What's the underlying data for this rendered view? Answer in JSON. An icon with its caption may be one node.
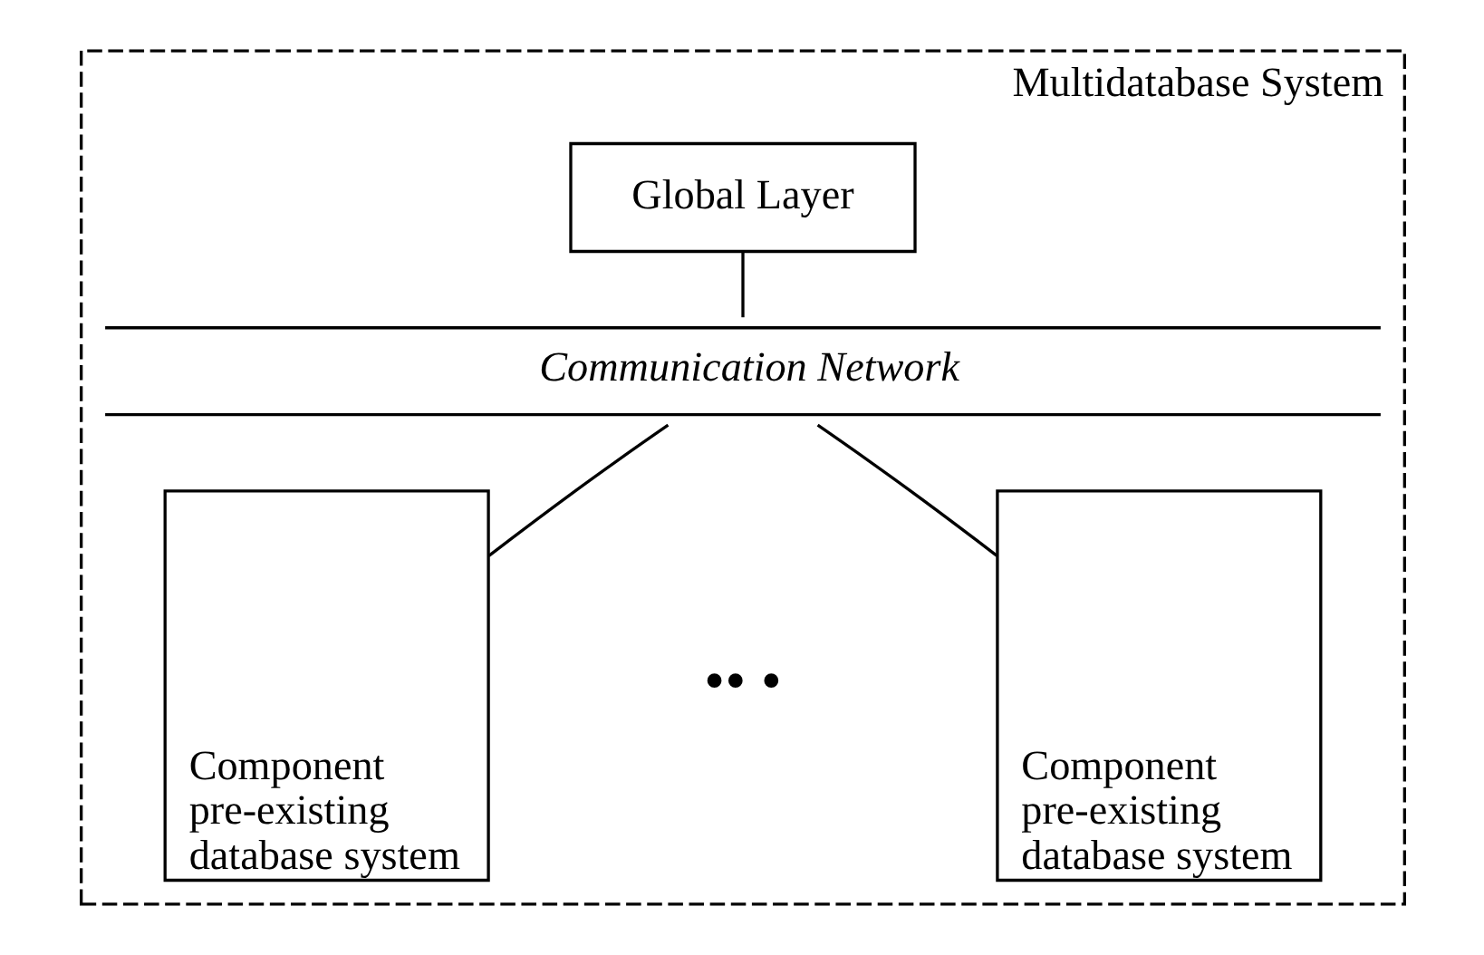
{
  "diagram": {
    "nodes": [
      {
        "text": [
          "Multidatabase System"
        ]
      },
      {
        "text": [
          "Global Layer"
        ],
        "in": 0
      },
      {
        "text": [
          "Communication Network"
        ],
        "in": 0
      },
      {
        "text": [
          "Component pre-existing database system"
        ],
        "in": 0
      },
      {
        "text": [
          "Component pre-existing database system"
        ],
        "in": 0
      }
    ],
    "edges": [
      {
        "from": 1,
        "to": 2,
        "arrow": "none"
      },
      {
        "from": 2,
        "to": 3,
        "arrow": "none"
      },
      {
        "from": 2,
        "to": 4,
        "arrow": "none"
      }
    ],
    "labels": [
      "•• •"
    ]
  }
}
